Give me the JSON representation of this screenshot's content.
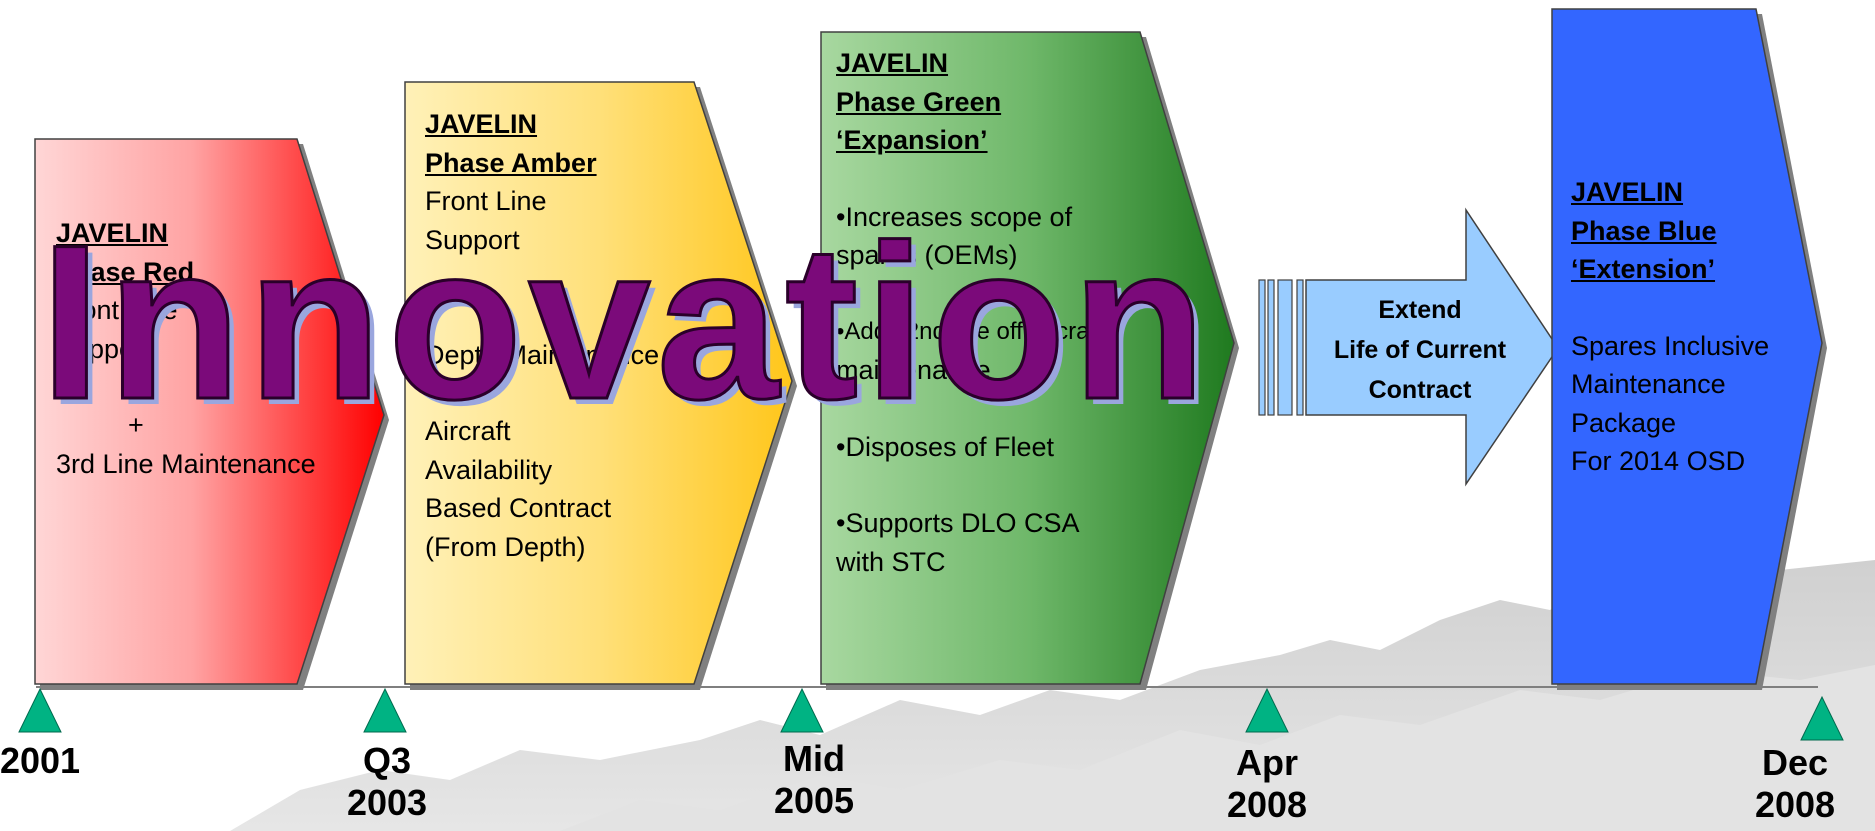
{
  "colors": {
    "red_end": "#ff0000",
    "amber_end": "#ffc61a",
    "green_end": "#1f7a1f",
    "light_blue": "#99ccff",
    "blue": "#3366ff",
    "milestone": "#00b383",
    "watermark": "#7b0a7a",
    "terrain": "#d9d9d9"
  },
  "phases": {
    "red": {
      "title": [
        "JAVELIN",
        "Phase Red"
      ],
      "lines": [
        "Front Line",
        "Support",
        "",
        "+",
        "3rd Line Maintenance"
      ]
    },
    "amber": {
      "title": [
        "JAVELIN",
        "Phase Amber"
      ],
      "lines": [
        "Front Line",
        "Support",
        "",
        "+",
        "",
        "Depth Maintenance",
        "",
        "Aircraft",
        "Availability",
        "Based Contract",
        "(From Depth)"
      ]
    },
    "green": {
      "title": [
        "JAVELIN",
        "Phase Green",
        "‘Expansion’"
      ],
      "lines": [
        "•Increases scope of",
        "spares (OEMs)",
        "",
        "•Adds 2nd line off aircraft",
        "maintenance",
        "",
        "•Disposes of Fleet",
        "",
        "•Supports DLO CSA",
        "with STC"
      ]
    },
    "extend": {
      "lines": [
        "Extend",
        "Life of Current",
        "Contract"
      ]
    },
    "blue": {
      "title": [
        "JAVELIN",
        "Phase Blue",
        "‘Extension’"
      ],
      "lines": [
        "",
        "Spares Inclusive",
        "Maintenance",
        "Package",
        "For 2014 OSD"
      ]
    }
  },
  "milestones": [
    {
      "lines": [
        "2001"
      ]
    },
    {
      "lines": [
        "Q3",
        "2003"
      ]
    },
    {
      "lines": [
        "Mid",
        "2005"
      ]
    },
    {
      "lines": [
        "Apr",
        "2008"
      ]
    },
    {
      "lines": [
        "Dec",
        "2008"
      ]
    }
  ],
  "watermark": "Innovation"
}
